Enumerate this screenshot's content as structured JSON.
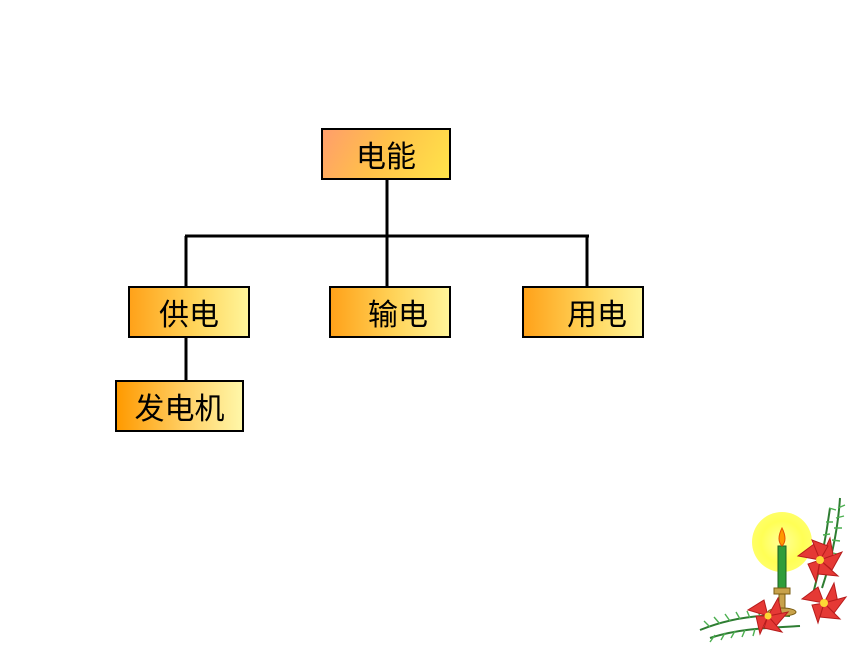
{
  "root": {
    "label": "电能"
  },
  "branches": [
    {
      "label": "供电"
    },
    {
      "label": "输电"
    },
    {
      "label": "用电"
    }
  ],
  "child": {
    "label": "发电机"
  },
  "decoration": {
    "icon": "candle-poinsettia-icon"
  }
}
